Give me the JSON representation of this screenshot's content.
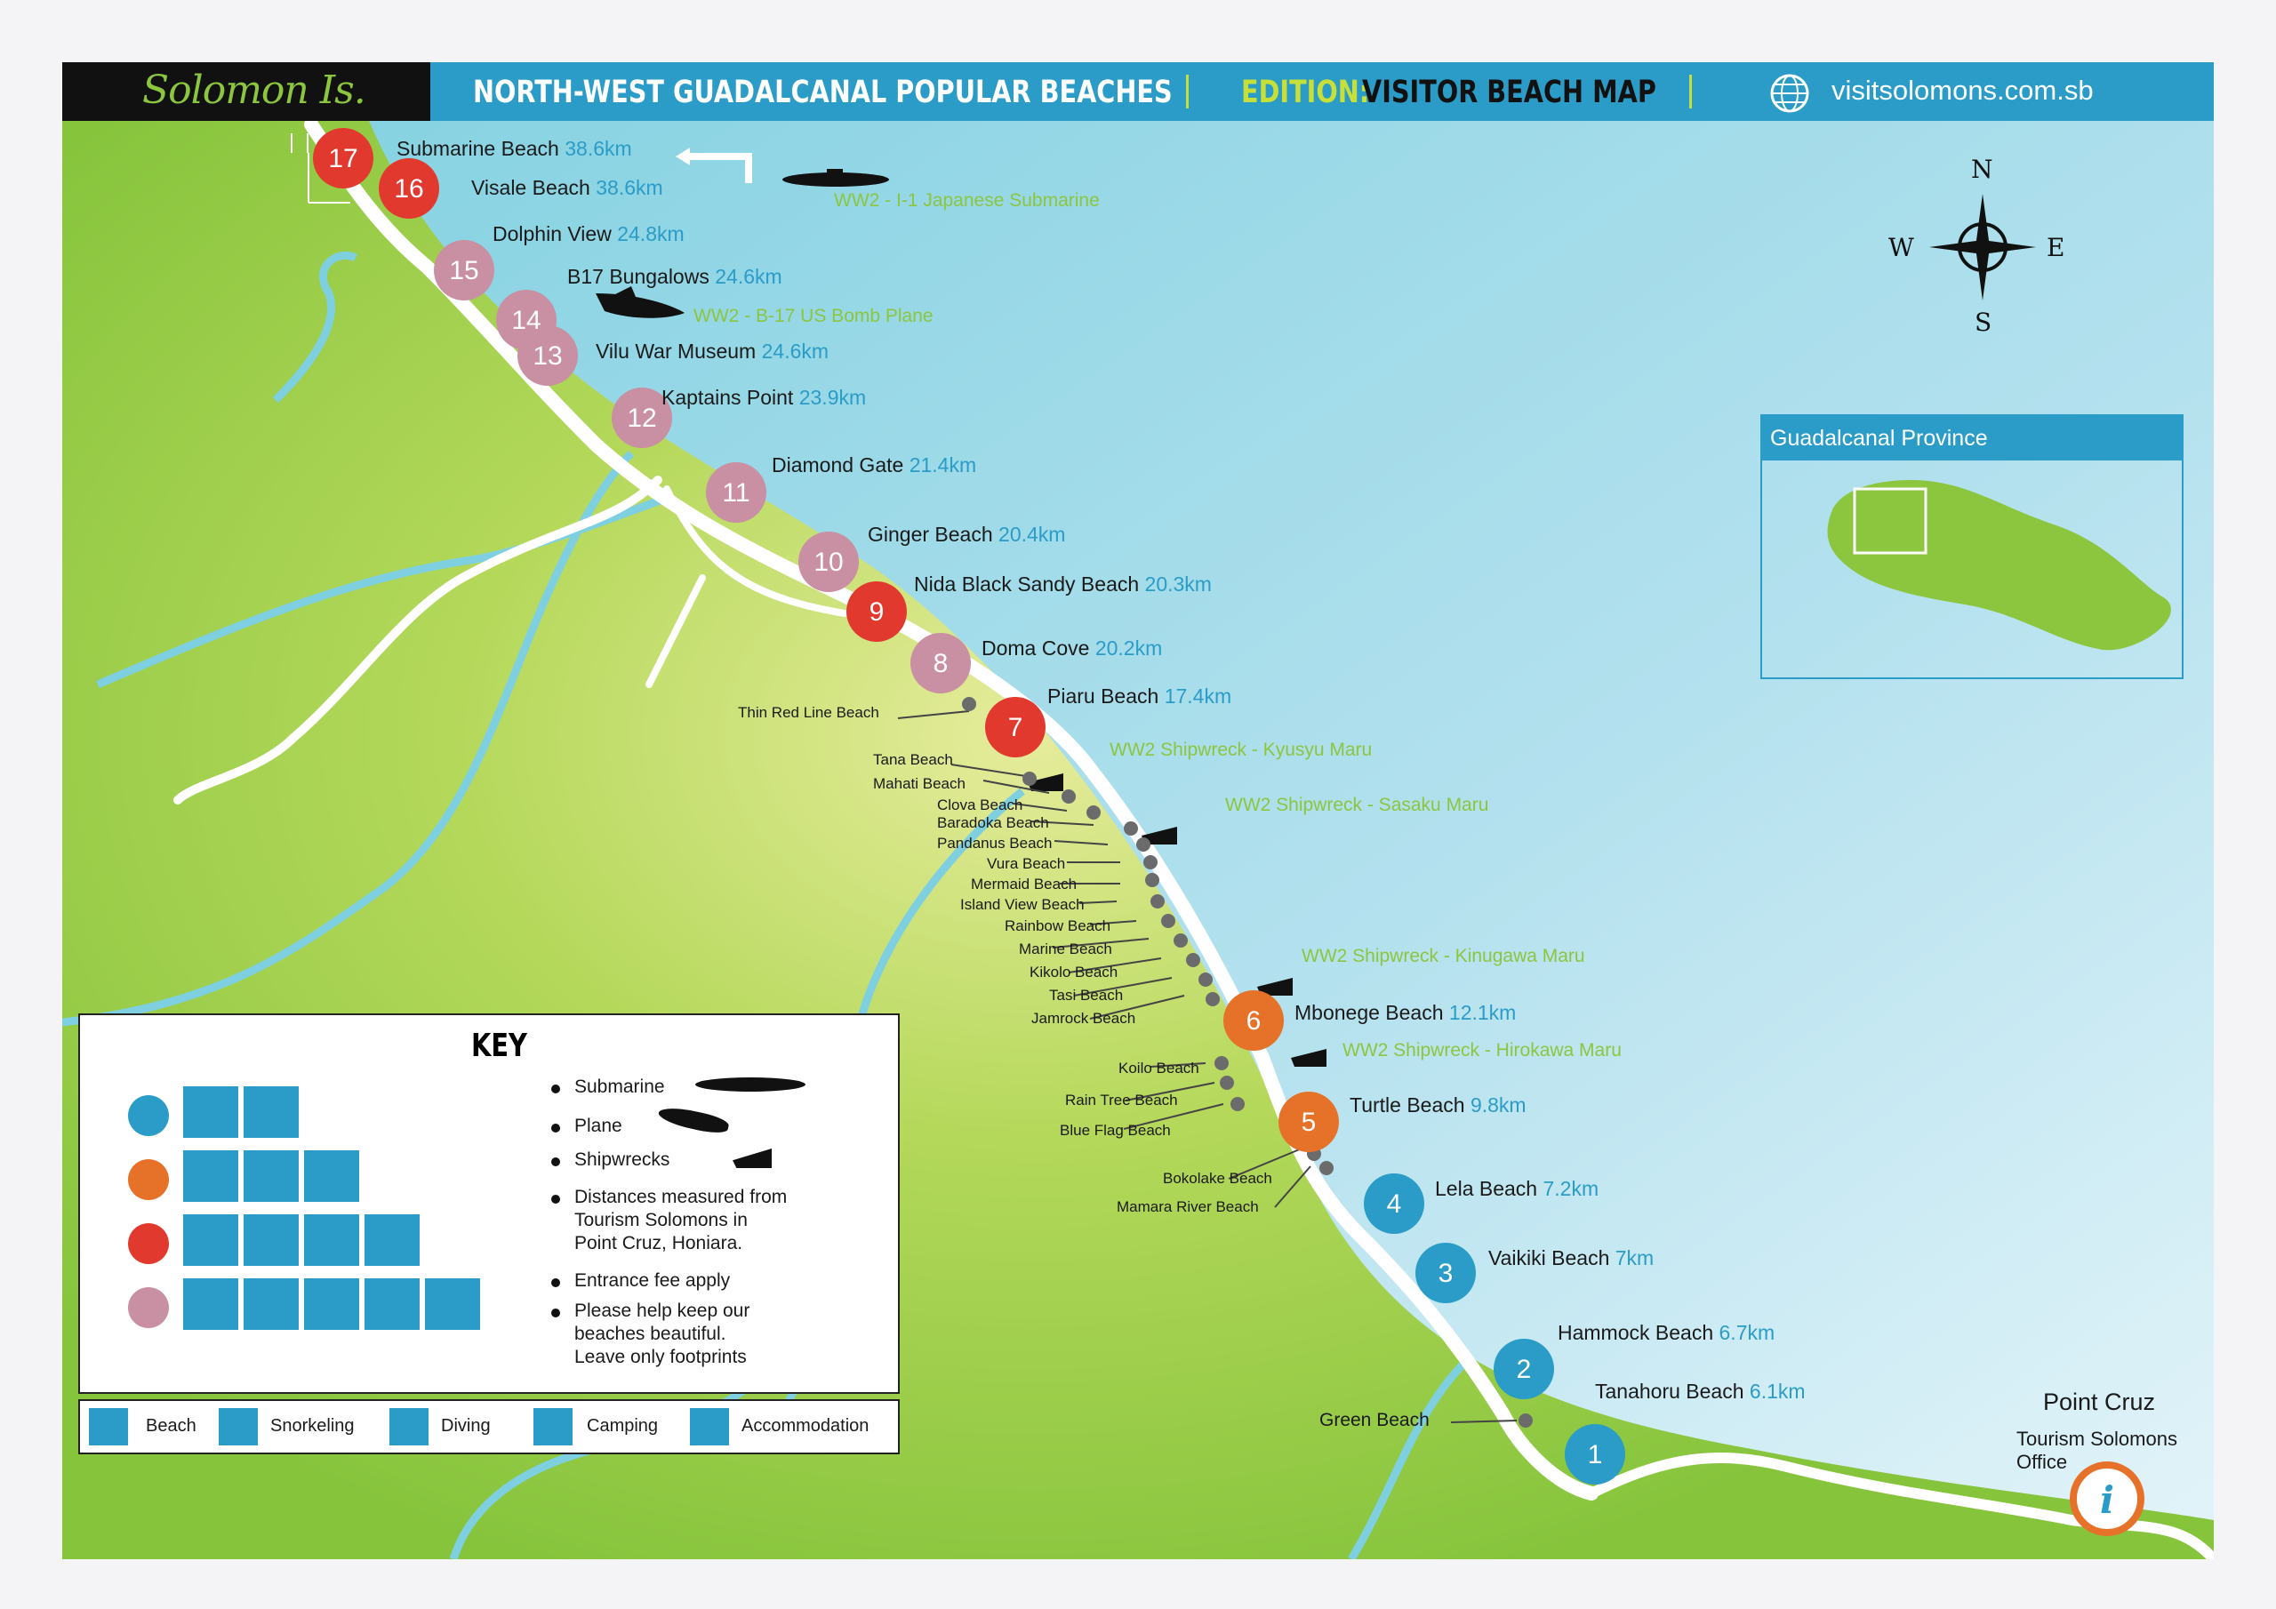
{
  "header": {
    "logo": "Solomon Is.",
    "title": "NORTH-WEST GUADALCANAL POPULAR BEACHES",
    "edition_label": "EDITION:",
    "edition_value": "VISITOR BEACH MAP",
    "website": "visitsolomons.com.sb",
    "website_icon": "globe-icon"
  },
  "colors": {
    "accent_blue": "#2a9cc7",
    "accent_green": "#8cc63f",
    "marker_blue": "#2a9cc7",
    "marker_orange": "#e6722a",
    "marker_red": "#e2392f",
    "marker_pink": "#c98fa3"
  },
  "compass": {
    "n": "N",
    "s": "S",
    "e": "E",
    "w": "W"
  },
  "inset": {
    "title": "Guadalcanal Province"
  },
  "beaches": [
    {
      "num": "1",
      "name": "",
      "km": "",
      "category": "blue"
    },
    {
      "num": "2",
      "name": "Tanahoru Beach",
      "km": "6.1km",
      "category": "blue"
    },
    {
      "num": "3",
      "name": "Vaikiki Beach",
      "km": "7km",
      "category": "blue"
    },
    {
      "num": "4",
      "name": "Lela Beach",
      "km": "7.2km",
      "category": "blue"
    },
    {
      "num": "5",
      "name": "Turtle Beach",
      "km": "9.8km",
      "category": "orange"
    },
    {
      "num": "6",
      "name": "Mbonege Beach",
      "km": "12.1km",
      "category": "orange"
    },
    {
      "num": "7",
      "name": "Piaru Beach",
      "km": "17.4km",
      "category": "red"
    },
    {
      "num": "8",
      "name": "Doma Cove",
      "km": "20.2km",
      "category": "pink"
    },
    {
      "num": "9",
      "name": "Nida Black Sandy Beach",
      "km": "20.3km",
      "category": "red"
    },
    {
      "num": "10",
      "name": "Ginger Beach",
      "km": "20.4km",
      "category": "pink"
    },
    {
      "num": "11",
      "name": "Diamond Gate",
      "km": "21.4km",
      "category": "pink"
    },
    {
      "num": "12",
      "name": "Kaptains Point",
      "km": "23.9km",
      "category": "pink"
    },
    {
      "num": "13",
      "name": "Vilu War Museum",
      "km": "24.6km",
      "category": "pink"
    },
    {
      "num": "14",
      "name": "B17 Bungalows",
      "km": "24.6km",
      "category": "pink"
    },
    {
      "num": "15",
      "name": "Dolphin View",
      "km": "24.8km",
      "category": "pink"
    },
    {
      "num": "16",
      "name": "Visale Beach",
      "km": "38.6km",
      "category": "red"
    },
    {
      "num": "17",
      "name": "Submarine Beach",
      "km": "38.6km",
      "category": "red"
    }
  ],
  "hammock": {
    "name": "Hammock Beach",
    "km": "6.7km"
  },
  "minor_beaches": [
    "Thin Red Line Beach",
    "Tana Beach",
    "Mahati Beach",
    "Clova Beach",
    "Baradoka Beach",
    "Pandanus Beach",
    "Vura Beach",
    "Mermaid Beach",
    "Island View Beach",
    "Rainbow Beach",
    "Marine Beach",
    "Kikolo Beach",
    "Tasi Beach",
    "Jamrock Beach",
    "Koilo Beach",
    "Rain Tree Beach",
    "Blue Flag Beach",
    "Bokolake Beach",
    "Mamara River Beach",
    "Green Beach"
  ],
  "ww2_sites": [
    "WW2 - I-1 Japanese Submarine",
    "WW2 - B-17 US Bomb Plane",
    "WW2 Shipwreck - Kyusyu Maru",
    "WW2 Shipwreck - Sasaku Maru",
    "WW2 Shipwreck - Kinugawa Maru",
    "WW2 Shipwreck - Hirokawa Maru"
  ],
  "point_cruz": {
    "title": "Point Cruz",
    "office_line1": "Tourism Solomons",
    "office_line2": "Office",
    "icon": "info-icon"
  },
  "key": {
    "title": "KEY",
    "submarine": "Submarine",
    "plane": "Plane",
    "shipwrecks": "Shipwrecks",
    "distances_1": "Distances measured from",
    "distances_2": "Tourism Solomons in",
    "distances_3": "Point Cruz, Honiara.",
    "fee": "Entrance fee apply",
    "help_1": "Please help keep our",
    "help_2": "beaches beautiful.",
    "help_3": "Leave only footprints"
  },
  "legend": {
    "beach": "Beach",
    "snorkeling": "Snorkeling",
    "diving": "Diving",
    "camping": "Camping",
    "accommodation": "Accommodation"
  }
}
